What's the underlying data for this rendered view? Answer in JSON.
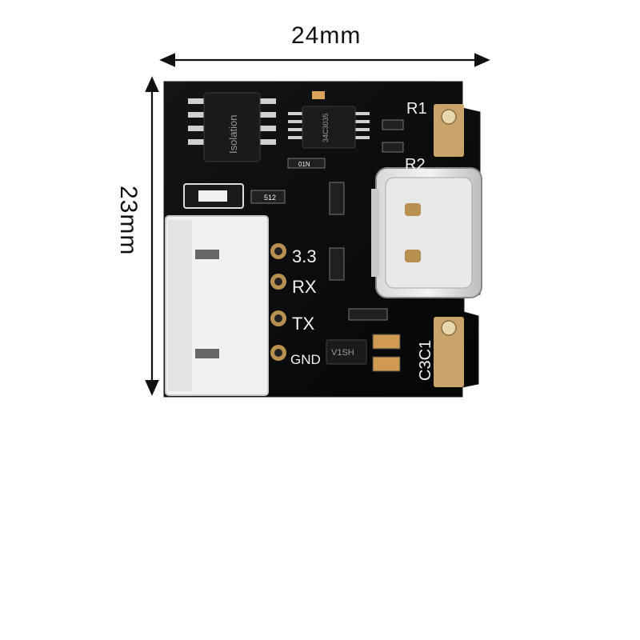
{
  "dimensions": {
    "width": "24mm",
    "height": "23mm"
  },
  "board": {
    "isolator_chip": "Isolation",
    "uart_chip": "34C3035",
    "regulator_chip": "V1SH",
    "resistor_code": "512",
    "resistor_code_2": "01N",
    "pins": [
      "3.3",
      "RX",
      "TX",
      "GND"
    ],
    "designators": {
      "r1": "R1",
      "r2": "R2",
      "c3c1": "C3C1"
    }
  },
  "colors": {
    "pcb": "#0b0b0c",
    "connector": "#f1f1ef",
    "gold": "#c8a46a",
    "silkscreen": "#f2f2f2"
  }
}
